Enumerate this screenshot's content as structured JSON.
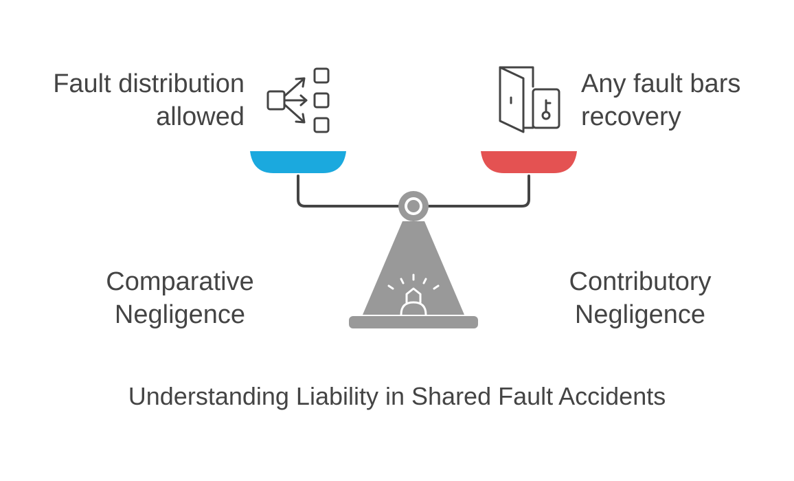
{
  "title": "Understanding Liability in Shared Fault Accidents",
  "left": {
    "heading_line1": "Comparative",
    "heading_line2": "Negligence",
    "description_line1": "Fault distribution",
    "description_line2": "allowed",
    "icon": "distribution-arrows-icon",
    "color": "#1BA9DE"
  },
  "right": {
    "heading_line1": "Contributory",
    "heading_line2": "Negligence",
    "description_line1": "Any fault bars",
    "description_line2": "recovery",
    "icon": "door-key-icon",
    "color": "#E45252"
  },
  "scale_color": "#999999",
  "line_color": "#444444"
}
